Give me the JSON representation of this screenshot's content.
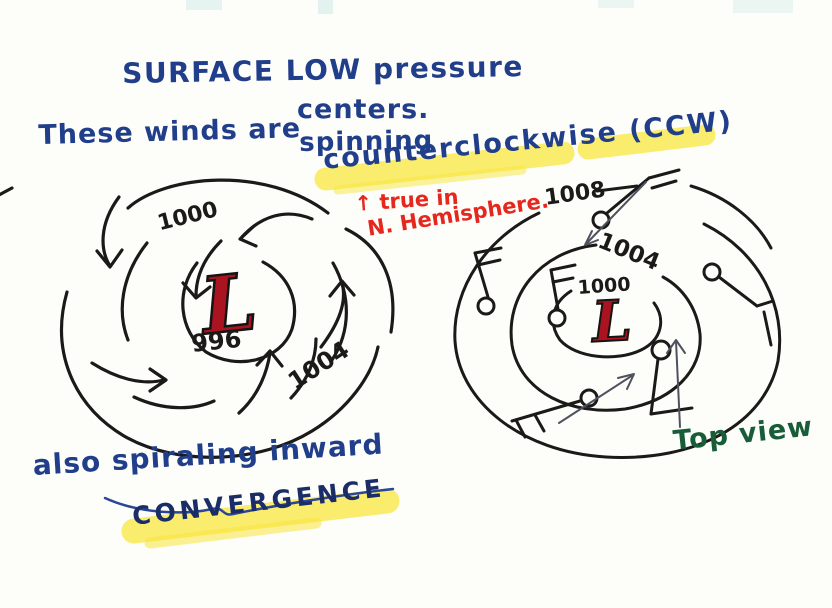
{
  "page": {
    "background": "#fdfdfa"
  },
  "colors": {
    "ink": "#1c1a18",
    "blue_pen": "#203e8a",
    "navy_pen": "#1b2d66",
    "red_pen": "#e5271d",
    "green_pen": "#185c38",
    "highlighter_yellow": "#f8e63c",
    "low_symbol_red": "#a91420"
  },
  "header": {
    "title_line1": "SURFACE LOW pressure",
    "title_line2": "centers.",
    "title_line3": "spinning",
    "title_line4": "counterclockwise (CCW)"
  },
  "notes": {
    "winds_label": "These winds are",
    "true_in": "↑ true in",
    "hemisphere": "N. Hemisphere.",
    "spiraling": "also spiraling inward",
    "convergence": "CONVERGENCE",
    "top_view": "Top view"
  },
  "left_diagram": {
    "description": "spiral wind arrows around low center",
    "center_symbol": "L",
    "isobar_1000": "1000",
    "pressure_996": "996",
    "isobar_1004": "1004"
  },
  "right_diagram": {
    "description": "isobar map with wind barbs, top view",
    "center_symbol": "L",
    "isobar_1008": "1008",
    "isobar_1004": "1004",
    "isobar_1000": "1000"
  }
}
